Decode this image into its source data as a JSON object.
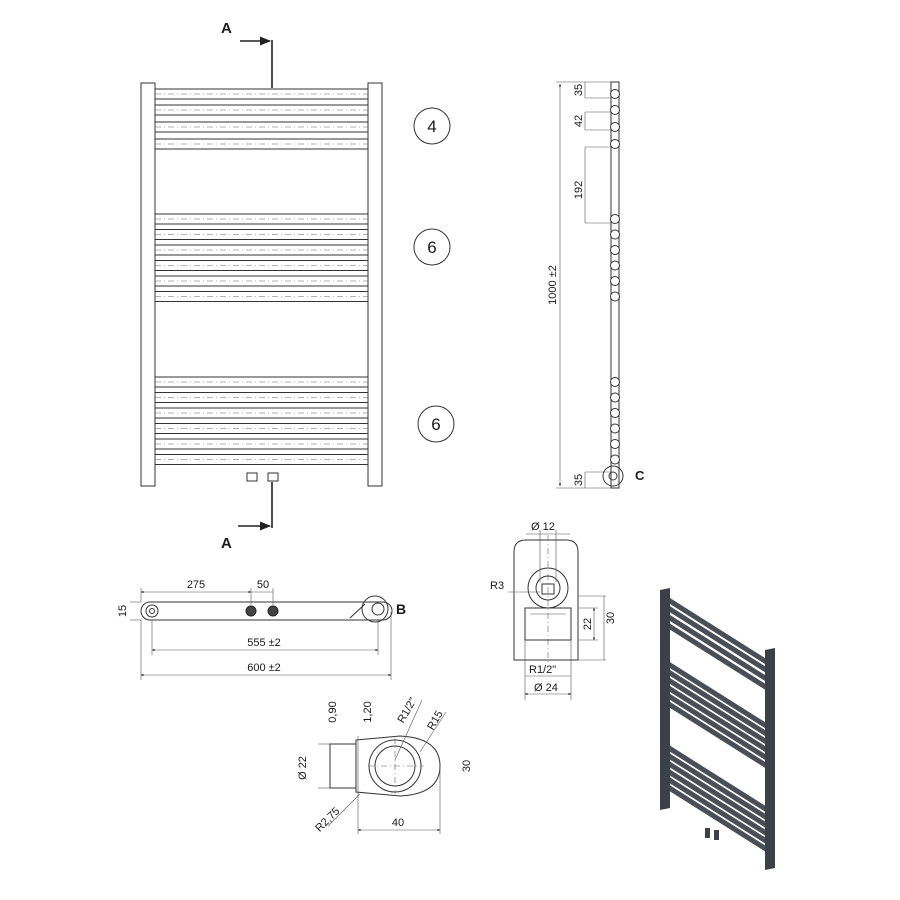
{
  "section_marks": {
    "top": "A",
    "bottom": "A"
  },
  "bar_groups": [
    "4",
    "6",
    "6"
  ],
  "side_view": {
    "dim_top": "35",
    "dim_gap": "42",
    "dim_spacing": "192",
    "dim_height": "1000 ±2",
    "dim_bottom": "35",
    "detail_label": "C"
  },
  "top_view": {
    "dim_left": "275",
    "dim_center": "50",
    "dim_depth": "15",
    "dim_centers": "555 ±2",
    "dim_width": "600 ±2",
    "detail_label": "B"
  },
  "detail_c": {
    "dim_bore": "Ø 12",
    "dim_radius": "R3",
    "dim_22": "22",
    "dim_30": "30",
    "dim_thread": "R1/2\"",
    "dim_dia": "Ø 24"
  },
  "detail_b": {
    "dim_wall1": "0,90",
    "dim_wall2": "1,20",
    "dim_thread": "R1/2\"",
    "dim_r15": "R15",
    "dim_dia": "Ø 22",
    "dim_30": "30",
    "dim_r275": "R2,75",
    "dim_40": "40"
  },
  "colors": {
    "line": "#333333",
    "radiator": "#4a4f57"
  }
}
